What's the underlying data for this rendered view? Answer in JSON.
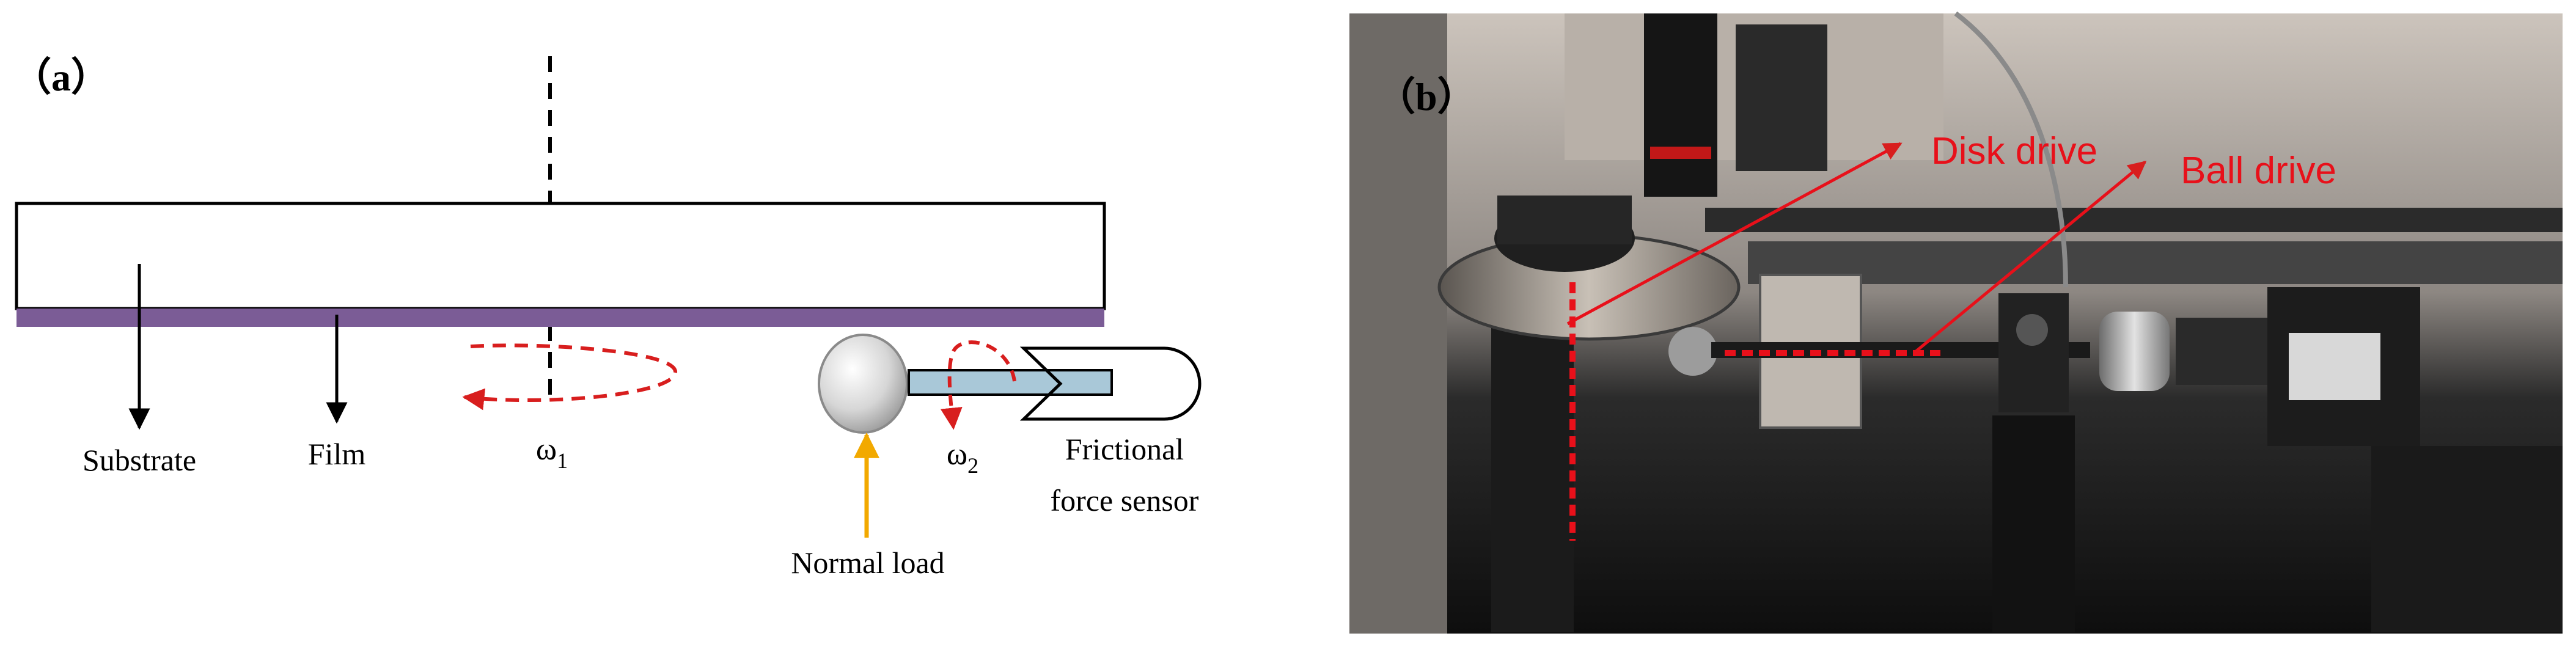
{
  "panel_a": {
    "tag": "（a）",
    "labels": {
      "substrate": "Substrate",
      "film": "Film",
      "omega1_base": "ω",
      "omega1_sub": "1",
      "omega2_base": "ω",
      "omega2_sub": "2",
      "normal_load": "Normal load",
      "sensor_line1": "Frictional",
      "sensor_line2": "force sensor"
    }
  },
  "panel_b": {
    "tag": "（b）",
    "labels": {
      "disk_drive": "Disk drive",
      "ball_drive": "Ball drive"
    }
  },
  "colors": {
    "film": "#7b5c96",
    "rotation_arrow": "#d81e1e",
    "normal_load_arrow": "#f2a900",
    "sensor_arm": "#a9c8d8",
    "ball_fill": "#d6d6d6",
    "annotation": "#e8101a"
  }
}
